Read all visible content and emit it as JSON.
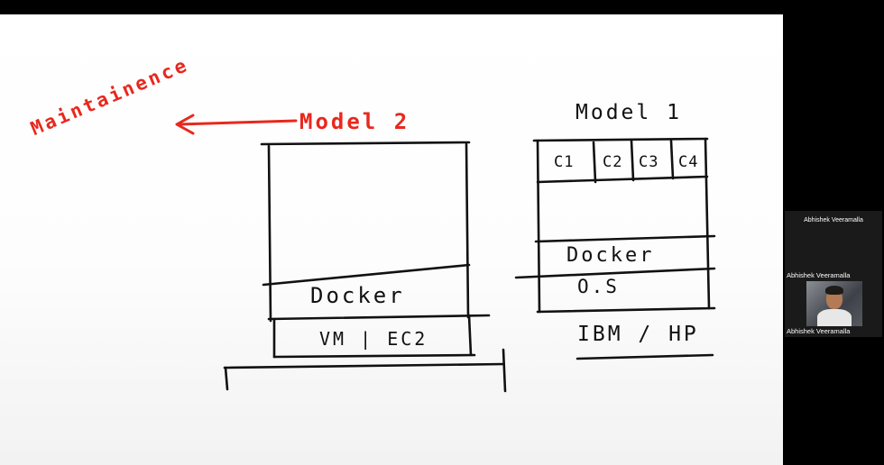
{
  "meeting": {
    "participant_name_top": "Abhishek Veeramalla",
    "participant_name": "Abhishek Veeramalla",
    "participant_name_bottom": "Abhishek Veeramalla"
  },
  "whiteboard": {
    "left_diagram": {
      "maintenance_label": "Maintainence",
      "title": "Model 2",
      "docker_label": "Docker",
      "base_label": "VM | EC2"
    },
    "right_diagram": {
      "title": "Model 1",
      "containers": [
        "C1",
        "C2",
        "C3",
        "C4"
      ],
      "docker_label": "Docker",
      "os_label": "O.S",
      "hardware_label": "IBM / HP"
    },
    "colors": {
      "ink": "#111111",
      "annotation": "#e8281d"
    }
  }
}
